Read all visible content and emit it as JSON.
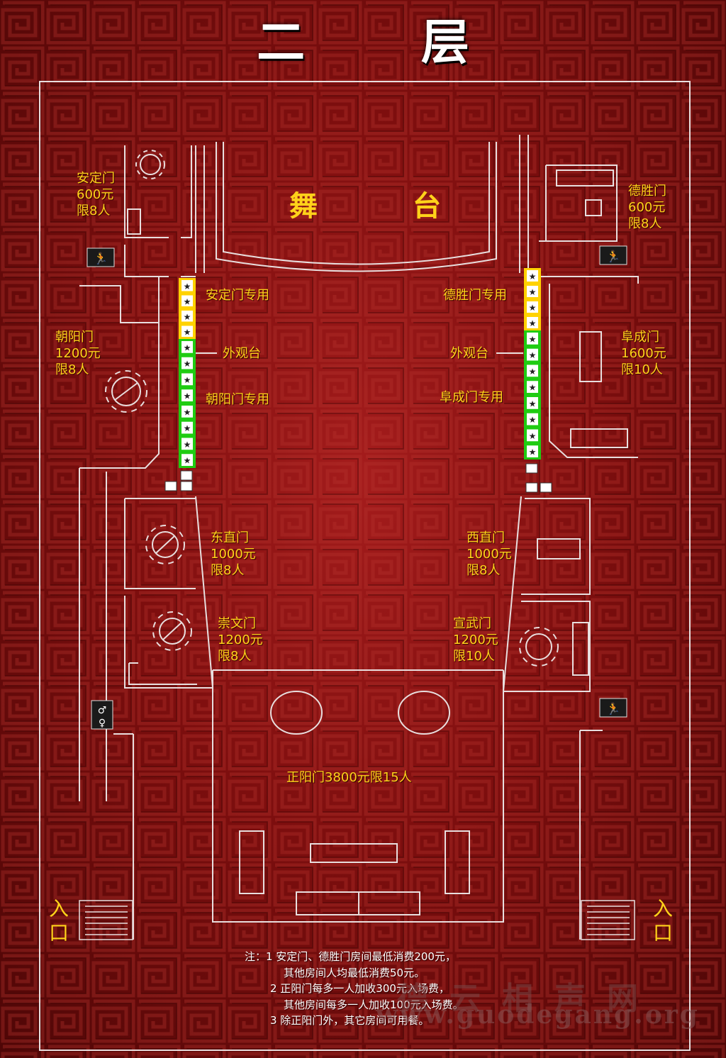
{
  "title": "二 层",
  "stage": {
    "left_char": "舞",
    "right_char": "台"
  },
  "rooms": {
    "anding": {
      "name": "安定门",
      "price": "600元",
      "limit": "限8人"
    },
    "desheng": {
      "name": "德胜门",
      "price": "600元",
      "limit": "限8人"
    },
    "chaoyang": {
      "name": "朝阳门",
      "price": "1200元",
      "limit": "限8人"
    },
    "fucheng": {
      "name": "阜成门",
      "price": "1600元",
      "limit": "限10人"
    },
    "dongzhi": {
      "name": "东直门",
      "price": "1000元",
      "limit": "限8人"
    },
    "xizhi": {
      "name": "西直门",
      "price": "1000元",
      "limit": "限8人"
    },
    "chongwen": {
      "name": "崇文门",
      "price": "1200元",
      "limit": "限8人"
    },
    "xuanwu": {
      "name": "宣武门",
      "price": "1200元",
      "limit": "限10人"
    },
    "zhengyang": "正阳门3800元限15人"
  },
  "balcony": {
    "anding_only": "安定门专用",
    "desheng_only": "德胜门专用",
    "chaoyang_only": "朝阳门专用",
    "fucheng_only": "阜成门专用",
    "viewing_left": "外观台",
    "viewing_right": "外观台",
    "colors": {
      "reserved_yellow": "#ffd200",
      "reserved_green": "#1fcc12",
      "seat": "#ffffff"
    }
  },
  "entrances": {
    "left": "入\n口",
    "right": "入\n口"
  },
  "icons": [
    "emergency-exit-icon",
    "restroom-icon",
    "star-seat-icon",
    "round-table-icon",
    "sofa-icon"
  ],
  "notes": [
    "注：1  安定门、德胜门房间最低消费200元，",
    "其他房间人均最低消费50元。",
    "2  正阳门每多一人加收300元入场费，",
    "其他房间每多一人加收100元入场费。",
    "3  除正阳门外，其它房间可用餐。"
  ],
  "watermark": {
    "cn": "德云相声网",
    "url": "www.guodegang.org"
  }
}
